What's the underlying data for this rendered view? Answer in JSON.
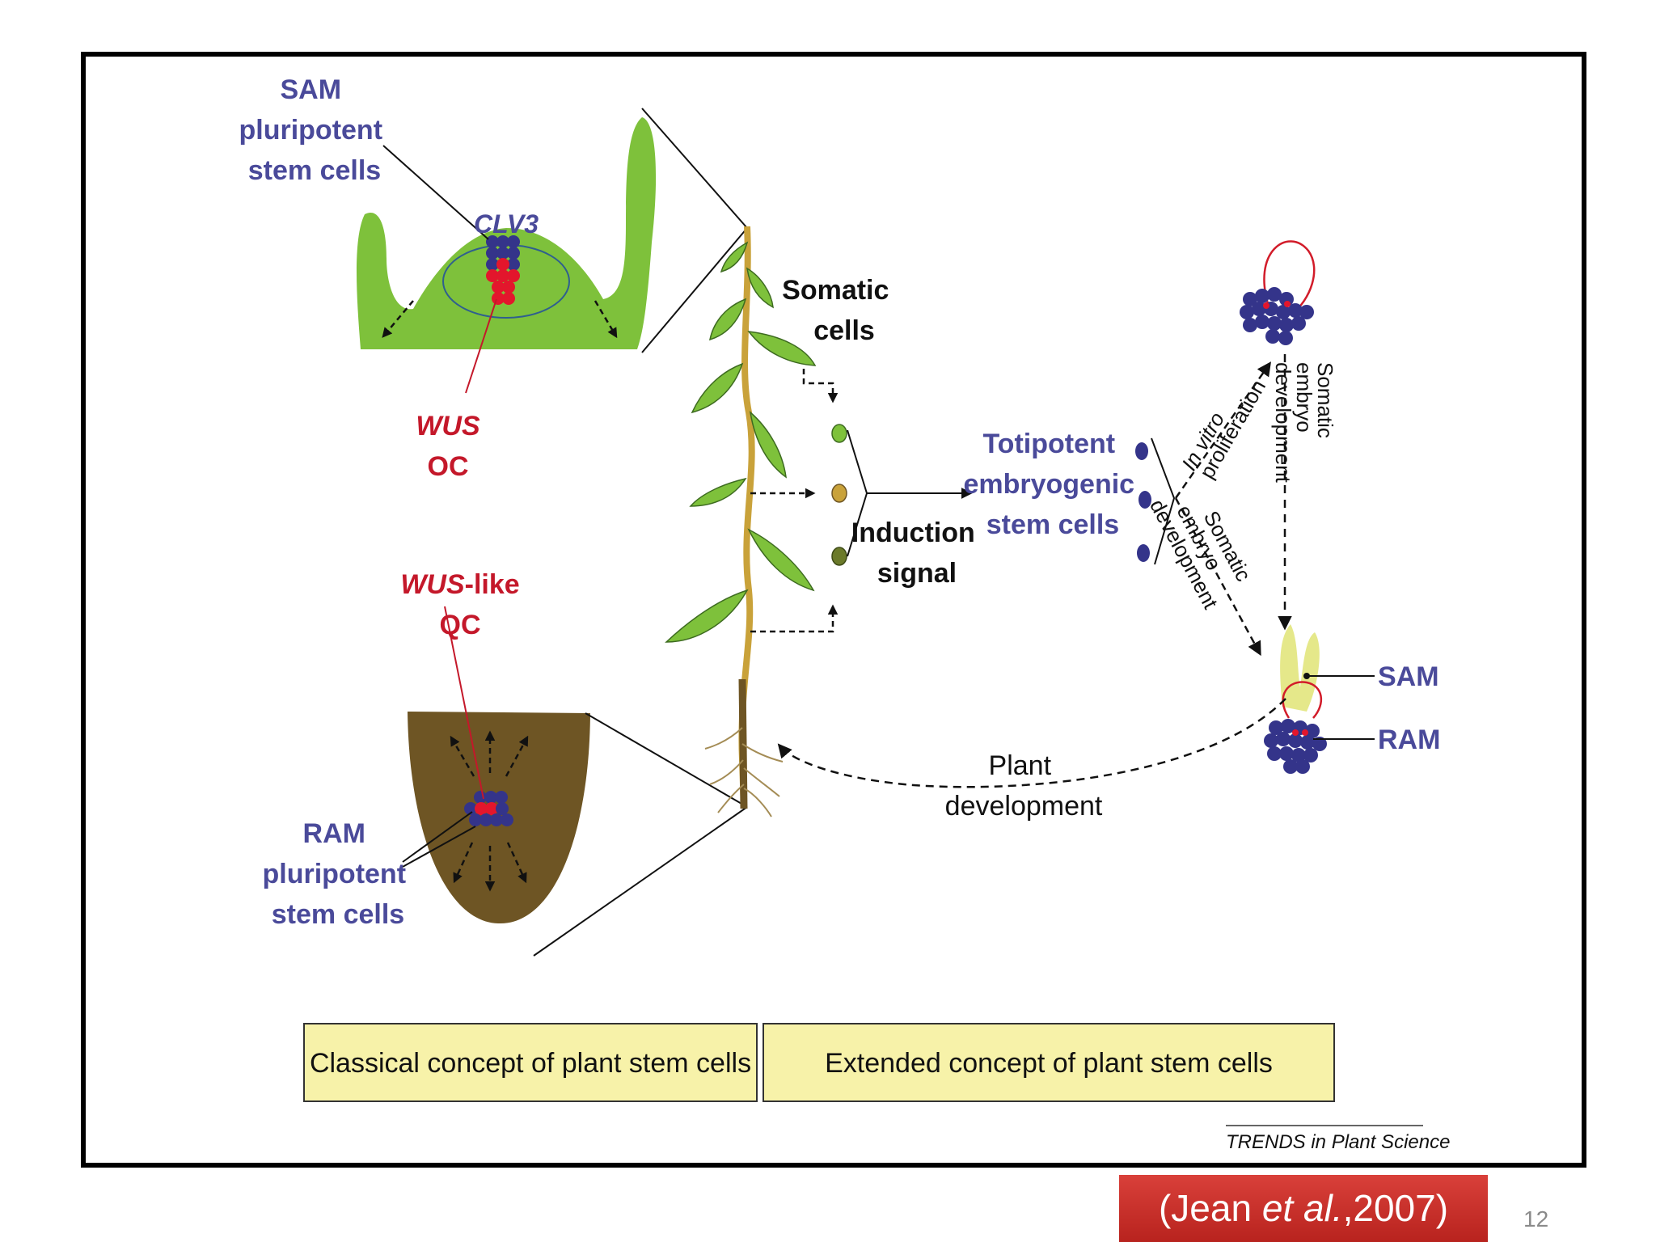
{
  "diagram": {
    "sam_label": [
      "SAM",
      "pluripotent",
      "stem cells"
    ],
    "clv3": "CLV3",
    "wus": "WUS",
    "oc": "OC",
    "wus_like": "WUS",
    "wus_like_suffix": "-like",
    "qc": "QC",
    "ram_label": [
      "RAM",
      "pluripotent",
      "stem cells"
    ],
    "somatic_cells": [
      "Somatic",
      "cells"
    ],
    "induction_signal": [
      "Induction",
      "signal"
    ],
    "totipotent": [
      "Totipotent",
      "embryogenic",
      "stem cells"
    ],
    "in_vitro": "In vitro",
    "proliferation": "proliferation",
    "somatic_embryo_dev_vertical": [
      "Somatic",
      "embryo",
      "development"
    ],
    "somatic_embryo_dev_diagonal": [
      "Somatic",
      "embryo",
      "development"
    ],
    "sam_right": "SAM",
    "ram_right": "RAM",
    "plant_development": [
      "Plant",
      "development"
    ],
    "classical_concept": "Classical concept of plant stem cells",
    "extended_concept": "Extended concept of plant stem cells",
    "journal": "TRENDS in Plant Science"
  },
  "citation": {
    "open": "(Jean ",
    "etal": "et al.",
    "close": ",2007)"
  },
  "page_number": "12",
  "colors": {
    "green": "#7ec13b",
    "brown": "#6e5524",
    "stem": "#c9a23a",
    "cell_blue": "#34348a",
    "cell_red": "#e3162c",
    "label_blue": "#4a4a9a",
    "label_red": "#c4182a",
    "box_yellow": "#f7f2a9",
    "citation_red": "#c8302b"
  }
}
